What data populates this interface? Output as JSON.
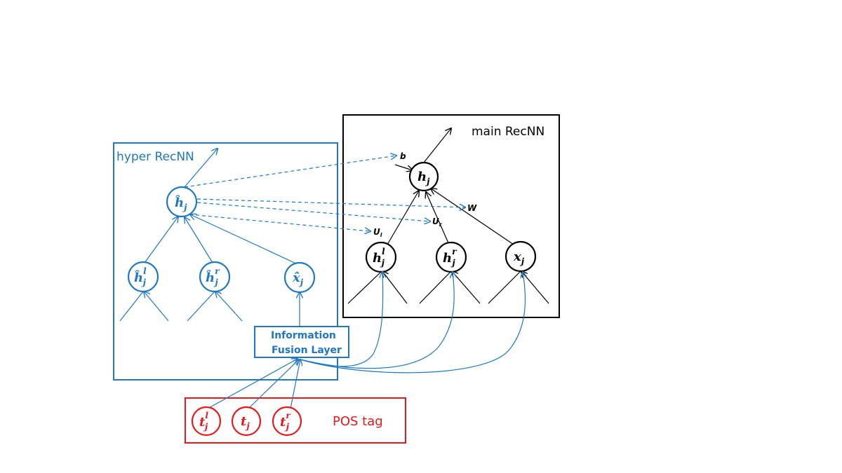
{
  "main_box": {
    "title": "main RecNN"
  },
  "hyper_box": {
    "title": "hyper RecNN"
  },
  "fusion": {
    "line1": "Information",
    "line2": "Fusion Layer"
  },
  "pos_box": {
    "title": "POS tag"
  },
  "main_nodes": {
    "hj": {
      "base": "h",
      "sub": "j",
      "sup": ""
    },
    "hl": {
      "base": "h",
      "sub": "j",
      "sup": "l"
    },
    "hr": {
      "base": "h",
      "sub": "j",
      "sup": "r"
    },
    "xj": {
      "base": "x",
      "sub": "j",
      "sup": ""
    }
  },
  "hyper_nodes": {
    "hj": {
      "base": "ĥ",
      "sub": "j",
      "sup": ""
    },
    "hl": {
      "base": "ĥ",
      "sub": "j",
      "sup": "l"
    },
    "hr": {
      "base": "ĥ",
      "sub": "j",
      "sup": "r"
    },
    "xj": {
      "base": "x̂",
      "sub": "j",
      "sup": ""
    }
  },
  "pos_nodes": {
    "tl": {
      "base": "t",
      "sub": "j",
      "sup": "l"
    },
    "tj": {
      "base": "t",
      "sub": "j",
      "sup": ""
    },
    "tr": {
      "base": "t",
      "sub": "j",
      "sup": "r"
    }
  },
  "weights": {
    "b": "b",
    "W": "W",
    "Ul": "U",
    "Ul_sub": "l",
    "Ur": "U",
    "Ur_sub": "r"
  },
  "colors": {
    "hyper": "#1f78c1",
    "main": "#000000",
    "pos": "#e8191c"
  }
}
